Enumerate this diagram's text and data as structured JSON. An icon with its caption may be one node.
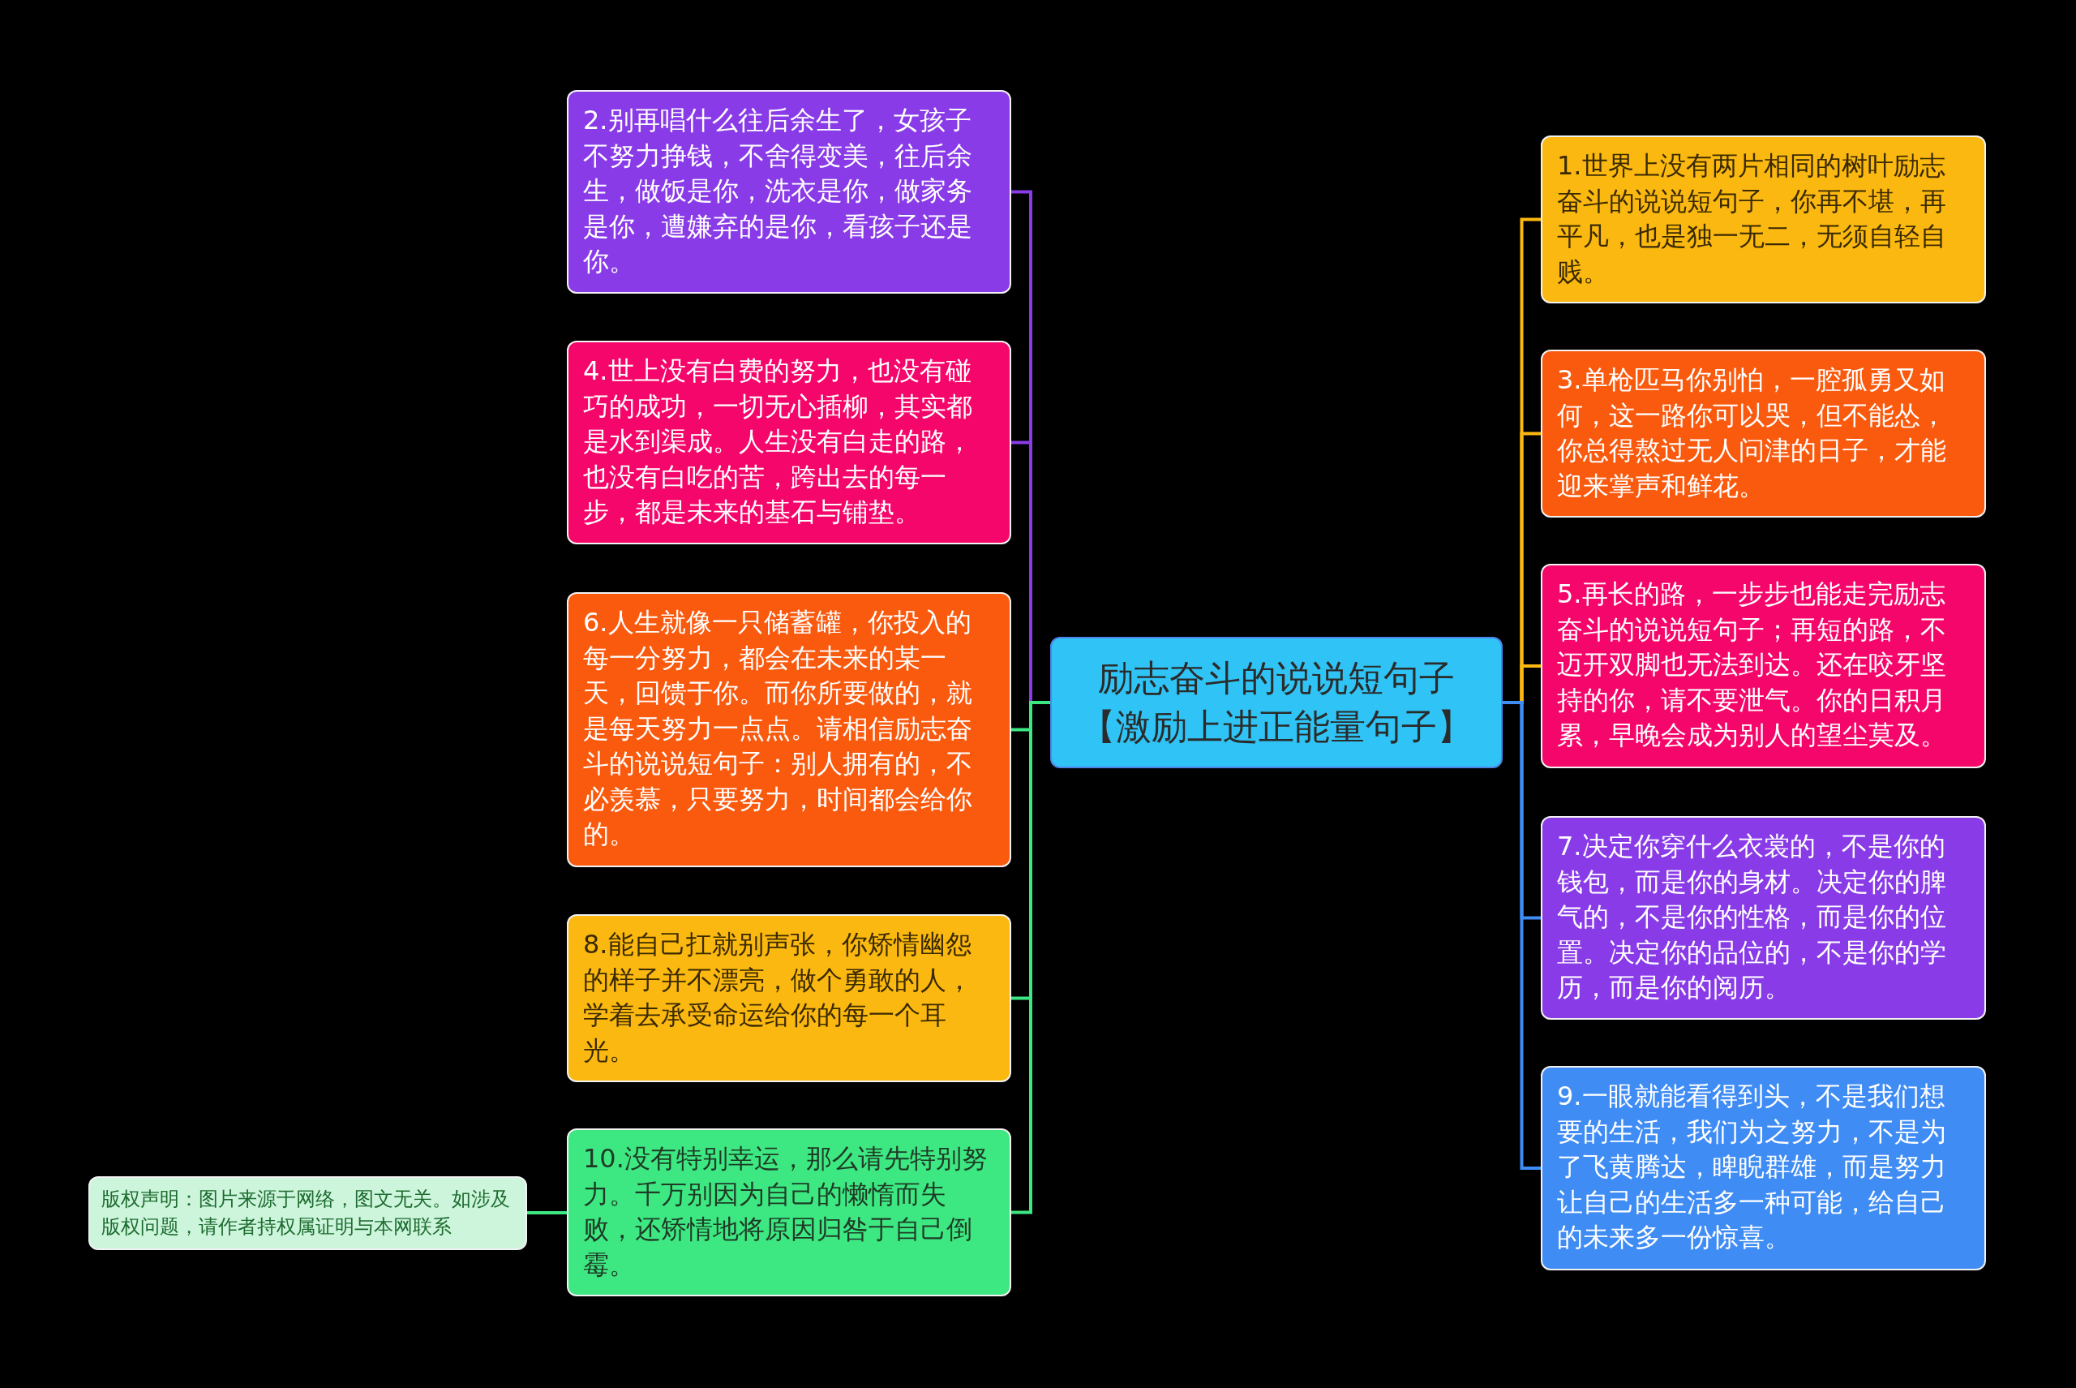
{
  "diagram": {
    "nodes": [
      {
        "text": [
          "励志奋斗的说说短句子【激励上进正能量句子】"
        ]
      },
      {
        "text": [
          "1.世界上没有两片相同的树叶励志奋斗的说说短句子，你再不堪，再平凡，也是独一无二，无须自轻自贱。"
        ]
      },
      {
        "text": [
          "2.别再唱什么往后余生了，女孩子不努力挣钱，不舍得变美，往后余生，做饭是你，洗衣是你，做家务是你，遭嫌弃的是你，看孩子还是你。"
        ]
      },
      {
        "text": [
          "3.单枪匹马你别怕，一腔孤勇又如何，这一路你可以哭，但不能怂，你总得熬过无人问津的日子，才能迎来掌声和鲜花。"
        ]
      },
      {
        "text": [
          "4.世上没有白费的努力，也没有碰巧的成功，一切无心插柳，其实都是水到渠成。人生没有白走的路，也没有白吃的苦，跨出去的每一步，都是未来的基石与铺垫。"
        ]
      },
      {
        "text": [
          "5.再长的路，一步步也能走完励志奋斗的说说短句子；再短的路，不迈开双脚也无法到达。还在咬牙坚持的你，请不要泄气。你的日积月累，早晚会成为别人的望尘莫及。"
        ]
      },
      {
        "text": [
          "6.人生就像一只储蓄罐，你投入的每一分努力，都会在未来的某一天，回馈于你。而你所要做的，就是每天努力一点点。请相信励志奋斗的说说短句子：别人拥有的，不必羡慕，只要努力，时间都会给你的。"
        ]
      },
      {
        "text": [
          "7.决定你穿什么衣裳的，不是你的钱包，而是你的身材。决定你的脾气的，不是你的性格，而是你的位置。决定你的品位的，不是你的学历，而是你的阅历。"
        ]
      },
      {
        "text": [
          "8.能自己扛就别声张，你矫情幽怨的样子并不漂亮，做个勇敢的人，学着去承受命运给你的每一个耳光。"
        ]
      },
      {
        "text": [
          "9.一眼就能看得到头，不是我们想要的生活，我们为之努力，不是为了飞黄腾达，睥睨群雄，而是努力让自己的生活多一种可能，给自己的未来多一份惊喜。"
        ]
      },
      {
        "text": [
          "10.没有特别幸运，那么请先特别努力。千万别因为自己的懒惰而失败，还矫情地将原因归咎于自己倒霉。"
        ]
      },
      {
        "text": [
          "版权声明：图片来源于网络，图文无关。如涉及版权问题，请作者持权属证明与本网联系"
        ]
      }
    ],
    "edges": [
      {
        "from": 0,
        "to": 1,
        "arrow": "none",
        "color": "#fbb811"
      },
      {
        "from": 0,
        "to": 2,
        "arrow": "none",
        "color": "#8a3be8"
      },
      {
        "from": 0,
        "to": 3,
        "arrow": "none",
        "color": "#fbb811"
      },
      {
        "from": 0,
        "to": 4,
        "arrow": "none",
        "color": "#8a3be8"
      },
      {
        "from": 0,
        "to": 5,
        "arrow": "none",
        "color": "#fbb811"
      },
      {
        "from": 0,
        "to": 6,
        "arrow": "none",
        "color": "#3de882"
      },
      {
        "from": 0,
        "to": 7,
        "arrow": "none",
        "color": "#3f8cf5"
      },
      {
        "from": 0,
        "to": 8,
        "arrow": "none",
        "color": "#3de882"
      },
      {
        "from": 0,
        "to": 9,
        "arrow": "none",
        "color": "#3f8cf5"
      },
      {
        "from": 0,
        "to": 10,
        "arrow": "none",
        "color": "#3de882"
      },
      {
        "from": 10,
        "to": 11,
        "arrow": "none",
        "color": "#3de882"
      }
    ]
  }
}
